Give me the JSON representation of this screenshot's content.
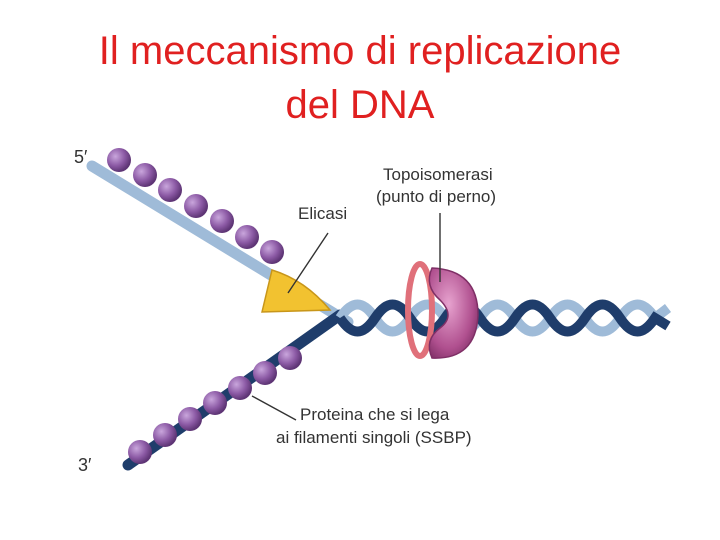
{
  "title": {
    "line1": "Il meccanismo di replicazione",
    "line2": "del DNA"
  },
  "labels": {
    "five_prime": "5′",
    "three_prime": "3′",
    "helicase": "Elicasi",
    "topoisomerase_line1": "Topoisomerasi",
    "topoisomerase_line2": "(punto di perno)",
    "ssbp_line1": "Proteina che si lega",
    "ssbp_line2": "ai filamenti singoli (SSBP)"
  },
  "colors": {
    "title": "#e02020",
    "upper_strand": "#9fbbd8",
    "lower_strand": "#1f3d6b",
    "ssbp_protein": "#8c5aa5",
    "helicase": "#f2c230",
    "topoisomerase": "#b0508f",
    "topoisomerase_ring": "#e0707a"
  }
}
